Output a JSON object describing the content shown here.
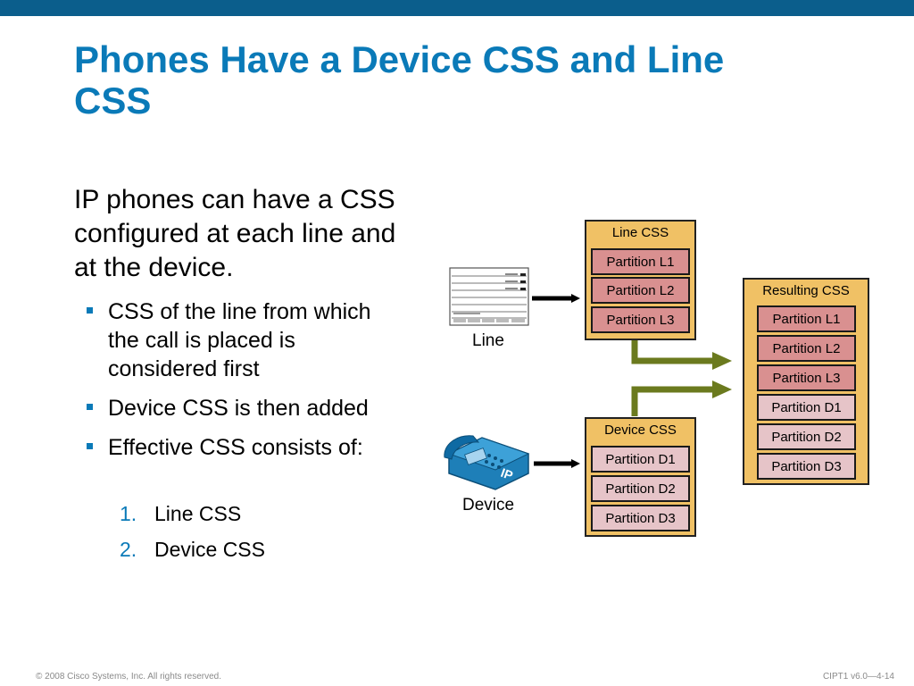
{
  "title": "Phones Have a Device CSS and Line CSS",
  "intro": "IP phones can have a CSS configured at each line and at the device.",
  "bullets": [
    "CSS of the line from which the call is placed is considered first",
    "Device CSS is then added",
    "Effective CSS consists of:"
  ],
  "numbered": [
    {
      "num": "1.",
      "text": "Line CSS"
    },
    {
      "num": "2.",
      "text": "Device CSS"
    }
  ],
  "diagram": {
    "line_label": "Line",
    "device_label": "Device",
    "line_css": {
      "title": "Line CSS",
      "partitions": [
        "Partition L1",
        "Partition L2",
        "Partition L3"
      ]
    },
    "device_css": {
      "title": "Device CSS",
      "partitions": [
        "Partition D1",
        "Partition D2",
        "Partition D3"
      ]
    },
    "resulting_css": {
      "title": "Resulting CSS",
      "partitions": [
        "Partition L1",
        "Partition L2",
        "Partition L3",
        "Partition D1",
        "Partition D2",
        "Partition D3"
      ]
    },
    "phone_badge": "IP",
    "colors": {
      "box": "#f0c165",
      "line_partition": "#d99090",
      "device_partition": "#e6c4c8",
      "flow_arrow": "#6b7a1e",
      "title": "#0a7ab8"
    }
  },
  "footer": {
    "copyright": "© 2008 Cisco Systems, Inc. All rights reserved.",
    "slide_id": "CIPT1 v6.0—4-14"
  }
}
